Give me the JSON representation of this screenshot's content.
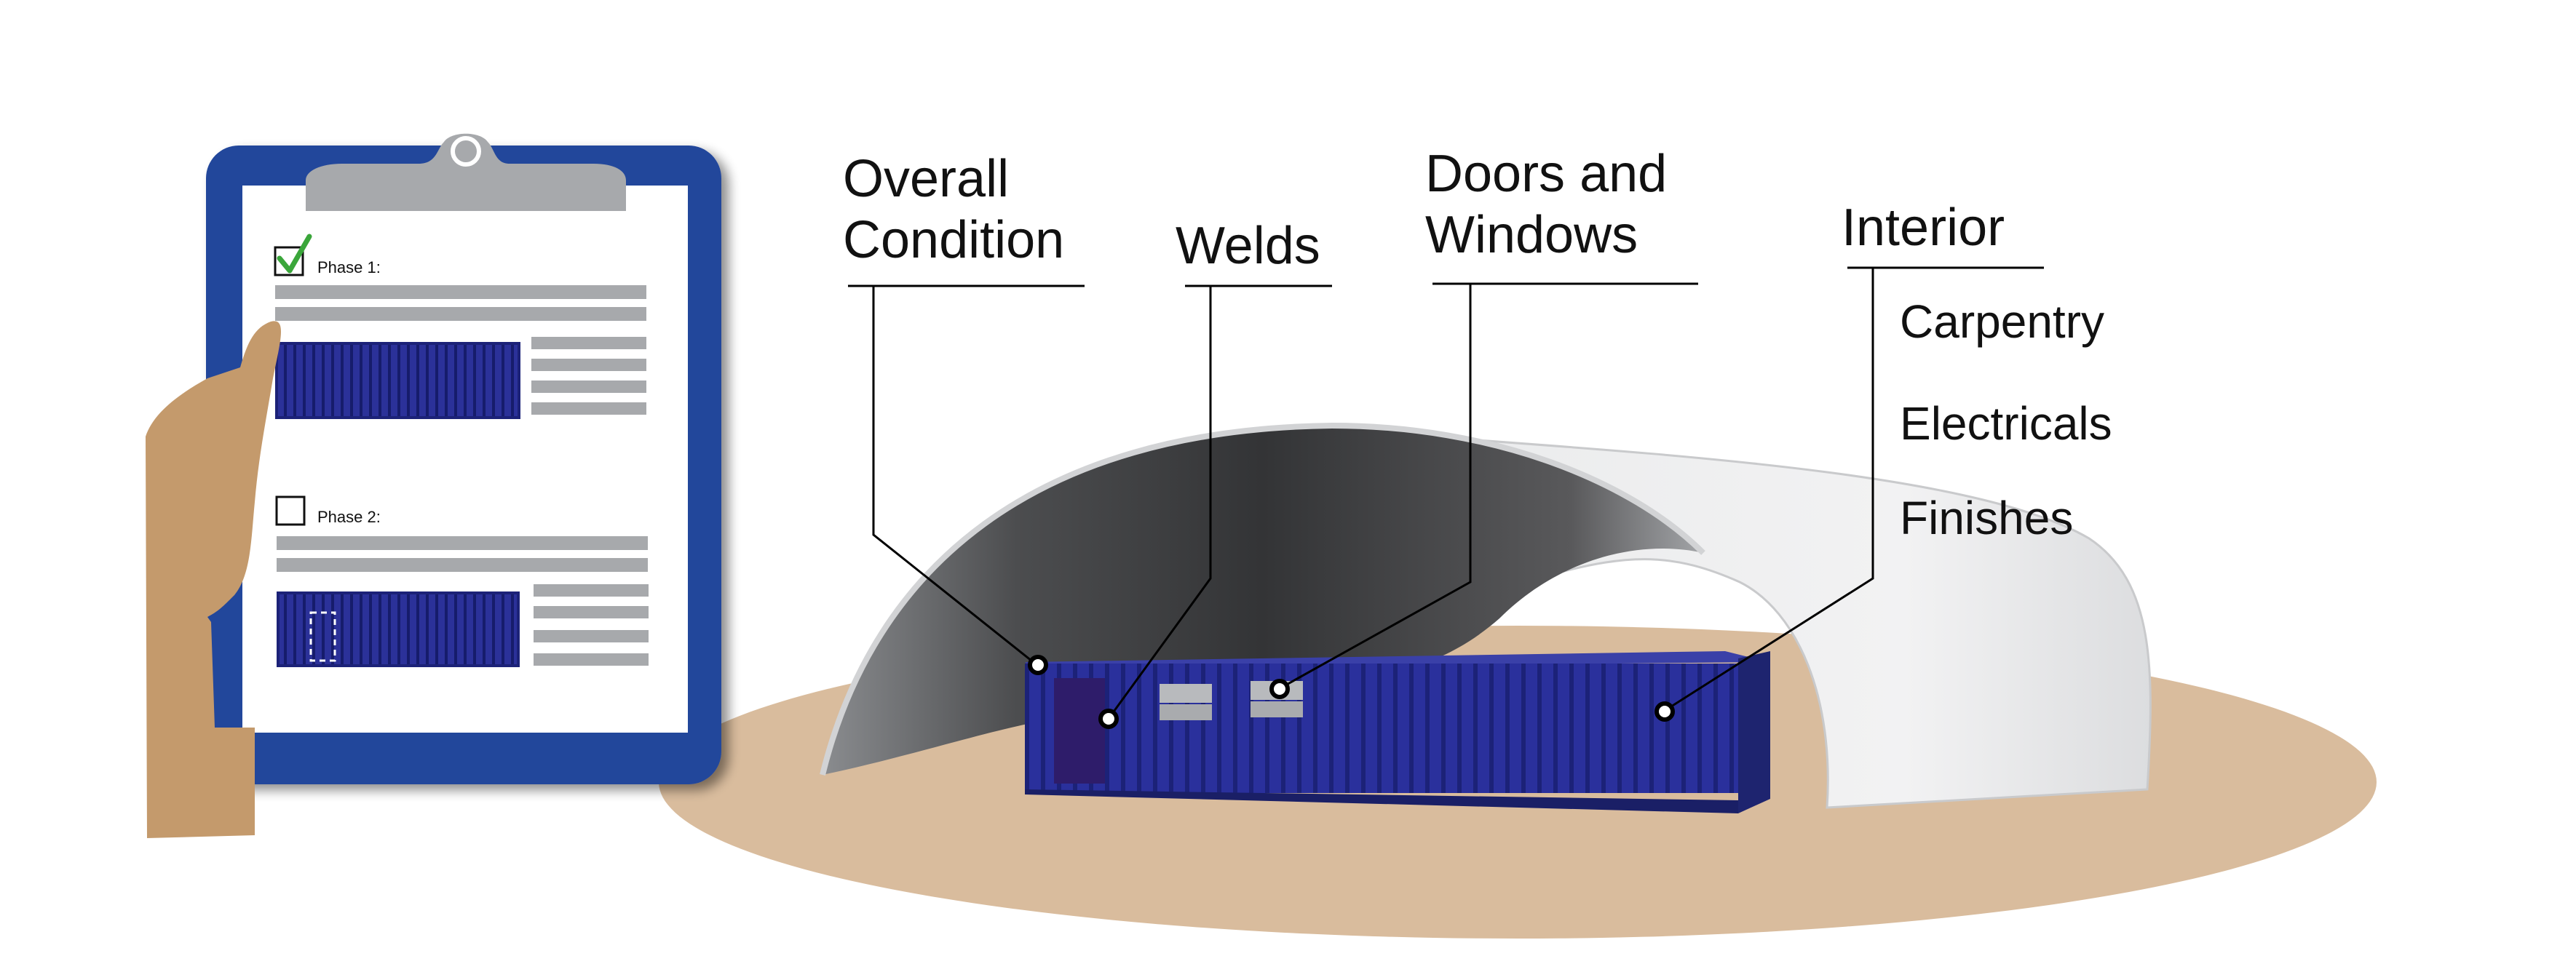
{
  "clipboard": {
    "phases": [
      {
        "label": "Phase 1:",
        "checked": true
      },
      {
        "label": "Phase 2:",
        "checked": false
      }
    ]
  },
  "callouts": {
    "overall_condition": "Overall\nCondition",
    "welds": "Welds",
    "doors_windows": "Doors and\nWindows",
    "interior": "Interior"
  },
  "interior_items": [
    "Carpentry",
    "Electricals",
    "Finishes"
  ],
  "colors": {
    "container_blue": "#27309b",
    "clipboard_blue": "#22479b",
    "ground": "#d9bc9d",
    "check_green": "#3aa63a",
    "paper_line_gray": "#a7a9ac",
    "hand": "#c49a6c"
  }
}
